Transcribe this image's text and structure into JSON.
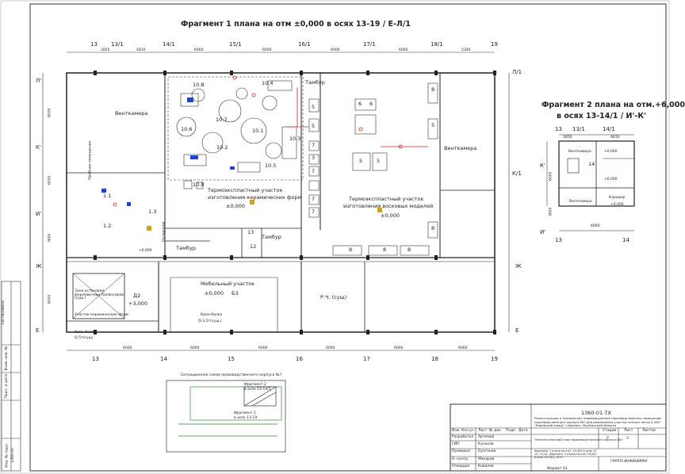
{
  "titles": {
    "floor1": "Фрагмент 1 плана на отм ±0,000 в осях 13-19 / Е-Л/1",
    "floor2_line1": "Фрагмент 2 плана на отм.+6,000",
    "floor2_line2": "в осях 13-14/1 / И'-К'"
  },
  "axes_top": [
    "13",
    "13/1",
    "14/1",
    "15/1",
    "16/1",
    "17/1",
    "18/1",
    "19"
  ],
  "axes_bottom": [
    "13",
    "14",
    "15",
    "16",
    "17",
    "18",
    "19"
  ],
  "axes_left": [
    "Л'",
    "К'",
    "И'",
    "Ж",
    "Е"
  ],
  "axes_right": [
    "Л/1",
    "К/1",
    "Ж",
    "Е"
  ],
  "dims_top": [
    "1850",
    "4810",
    "6000",
    "6000",
    "6000",
    "6000",
    "5340"
  ],
  "dims_bottom": [
    "6000",
    "6000",
    "6000",
    "6000",
    "6000",
    "6000"
  ],
  "dims_left": [
    "6000",
    "6000",
    "3600",
    "6000"
  ],
  "rooms": {
    "ventkamera_left": "Венткамера",
    "ventkamera_right": "Венткамера",
    "tambur1": "Тамбур",
    "tambur2": "Тамбур",
    "tambur3": "Тамбур",
    "ceramic_area_1": "Термоэкспластный участок",
    "ceramic_area_2": "изготовления керамических форм",
    "ceramic_level": "±0,000",
    "wax_area_1": "Термоэкспластный участок",
    "wax_area_2": "изготовления восковых моделей",
    "wax_level": "±0,000",
    "mebel_area": "Мебельный участок",
    "mebel_level": "±0,000",
    "mebel_code": "Б3",
    "rch": "Р.Ч. (сущ)",
    "zone_d2": "Д2",
    "zone_level": "+3,000",
    "sklad": "Складское",
    "ceramic_storage": "Участок керамических форм",
    "crane": "Кран-балка",
    "crane_cap": "Q-3,2т(сущ.)",
    "kran_bottom": "Кран-балка",
    "kran_bottom_cap": "Q-5т(сущ)",
    "flask_area": "Зона установки формовочных балансиров (сущ.)",
    "control_shop": "Пробное помещение",
    "level_022": "+0,000",
    "room_bottom_left": "+0,000"
  },
  "equipment_labels": [
    "10.8",
    "10.4",
    "10.7",
    "10.6",
    "10.1",
    "10.2",
    "10.3",
    "10.5",
    "10.8",
    "1.1",
    "1.2",
    "1.3",
    "13",
    "12",
    "5",
    "5",
    "7",
    "7",
    "7",
    "7",
    "5",
    "5",
    "6",
    "6",
    "8",
    "8",
    "8",
    "8",
    "8",
    "3",
    "5"
  ],
  "mini_plan": {
    "ventkamera_top": "Венткамера",
    "ventkamera_bottom": "Венткамера",
    "level_a": "+6,000",
    "level_b": "+6,000",
    "level_c": "+6,000",
    "corridor": "Коридор",
    "axes": [
      "13",
      "13/1",
      "14/1",
      "14"
    ],
    "axes_left": [
      "К'",
      "И'"
    ],
    "dims": [
      "1850",
      "4810"
    ],
    "dim_total": "6000",
    "dim_v1": "6000",
    "dim_v2": "3600",
    "label_14": "14"
  },
  "key_plan": {
    "title": "Ситуационная схема производственного корпуса №7",
    "note1": "Фрагмент 2",
    "note2": "в осях 13-14/1",
    "note3": "Фрагмент 1",
    "note4": "в осях 13-19"
  },
  "title_block": {
    "code": "1360-01-ТХ",
    "description": "Реконструкция и техническое перевооружение производственных помещений производственного корпуса №7 для размещения участка точного литья в ЗАО \"Кировский завод\" г.Кировск, Мурманской области",
    "stage_label": "Стадия",
    "sheet_label": "Лист",
    "sheets_label": "Листов",
    "stage": "Р",
    "sheet": "3",
    "sheets": "",
    "drawing": "Технологический план производственного корпуса №7",
    "fragment": "Фрагмент 1 плана на отм. ±0,000 в осях 13-19 / Е-Л/1, Фрагмент 2 плана на отм.+6,000 в осях 13-14/1 / И'-К'",
    "company": "ГРУППА ИНЖИНИРИНГ",
    "format": "Формат А3",
    "cols": [
      "Изм.",
      "Кол.уч",
      "Лист",
      "№ док.",
      "Подп.",
      "Дата"
    ],
    "roles": [
      "Разработал",
      "ГИП",
      "Проверил",
      "Н. контр.",
      "Утвердил"
    ],
    "names": [
      "Артемов",
      "Кульков",
      "Булганов",
      "Макаров",
      "Ковалев"
    ]
  },
  "side_stamp": [
    "Согласовано",
    "Взам. инв. №",
    "Подп. и дата",
    "Инв. № подл.",
    "1360-00"
  ]
}
